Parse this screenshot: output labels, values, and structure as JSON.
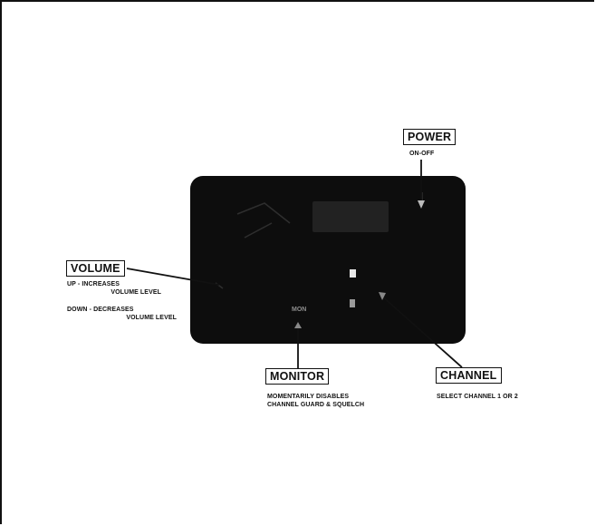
{
  "labels": {
    "power": {
      "title": "POWER",
      "caption": "ON-OFF"
    },
    "volume": {
      "title": "VOLUME",
      "line1": "UP - INCREASES",
      "line2": "VOLUME LEVEL",
      "line3": "DOWN - DECREASES",
      "line4": "VOLUME LEVEL"
    },
    "monitor": {
      "title": "MONITOR",
      "line1": "MOMENTARILY DISABLES",
      "line2": "CHANNEL GUARD & SQUELCH"
    },
    "channel": {
      "title": "CHANNEL",
      "caption": "SELECT CHANNEL 1 OR 2"
    }
  },
  "panel": {
    "mon_label": "MON"
  }
}
